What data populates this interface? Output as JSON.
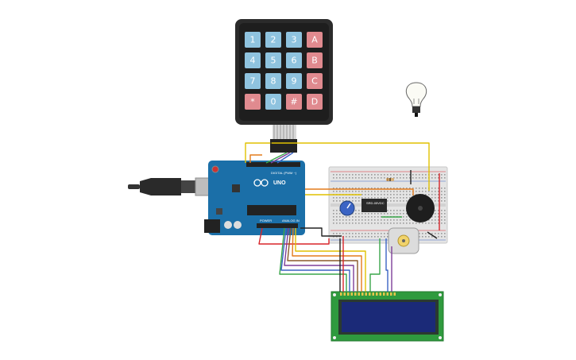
{
  "keypad": {
    "keys": [
      "1",
      "2",
      "3",
      "A",
      "4",
      "5",
      "6",
      "B",
      "7",
      "8",
      "9",
      "C",
      "*",
      "0",
      "#",
      "D"
    ],
    "colors": {
      "number": "#8fc3df",
      "letter": "#e08a8f",
      "body": "#2b2b2b"
    }
  },
  "arduino": {
    "board_text": "UNO",
    "board_color": "#1b6fa8"
  },
  "lcd": {
    "body_color": "#2f9a3e",
    "screen_color": "#1b2a78"
  },
  "wire_colors": {
    "yellow": "#e0c100",
    "orange": "#e37b1b",
    "red": "#d8252a",
    "green": "#3aa64a",
    "purple": "#7d3f98",
    "black": "#222222",
    "brown": "#8a5a2b",
    "blue": "#3b64c4"
  }
}
